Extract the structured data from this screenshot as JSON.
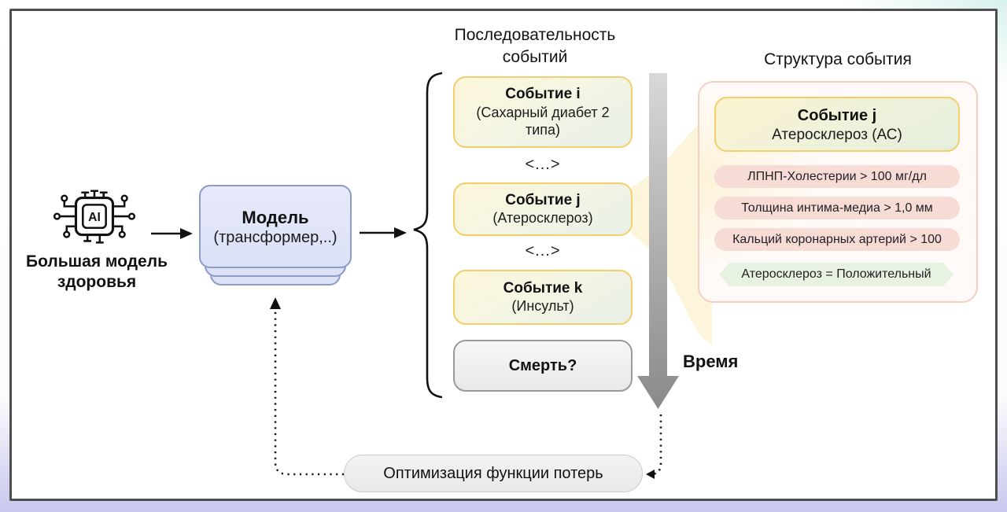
{
  "left": {
    "icon_label": "AI",
    "caption": "Большая модель здоровья"
  },
  "model": {
    "title": "Модель",
    "subtitle": "(трансформер,..)"
  },
  "sequence": {
    "title_line1": "Последовательность",
    "title_line2": "событий",
    "events": [
      {
        "name": "Событие i",
        "detail": "(Сахарный диабет 2 типа)"
      },
      {
        "name": "Событие j",
        "detail": "(Атеросклероз)"
      },
      {
        "name": "Событие k",
        "detail": "(Инсульт)"
      }
    ],
    "ellipsis": "<...>",
    "death_label": "Смерть?",
    "time_label": "Время"
  },
  "structure": {
    "title": "Структура события",
    "header": {
      "name": "Событие j",
      "detail": "Атеросклероз (АС)"
    },
    "attributes": [
      "ЛПНП-Холестерии > 100 мг/дл",
      "Толщина интима-медиа > 1,0 мм",
      "Кальций коронарных артерий > 100"
    ],
    "result": "Атеросклероз = Положительный"
  },
  "feedback": {
    "label": "Оптимизация функции потерь"
  },
  "colors": {
    "frame_border": "#4e4e4e",
    "event_border": "#f1cf6d",
    "event_fill_top": "#fcf7da",
    "event_fill_bottom": "#e9f0e8",
    "death_border": "#9a9a9a",
    "model_border": "#8d9bc9",
    "model_fill": "#dfe5f7",
    "struct_card_border": "#f6cfc3",
    "attribute_row_fill": "#f7dcd6",
    "result_row_fill": "#e7f2e2",
    "time_arrow_top": "#d8d8d8",
    "time_arrow_bottom": "#8a8a8a",
    "funnel_glow": "#fcf0cd",
    "loss_pill_fill": "#efefef"
  }
}
